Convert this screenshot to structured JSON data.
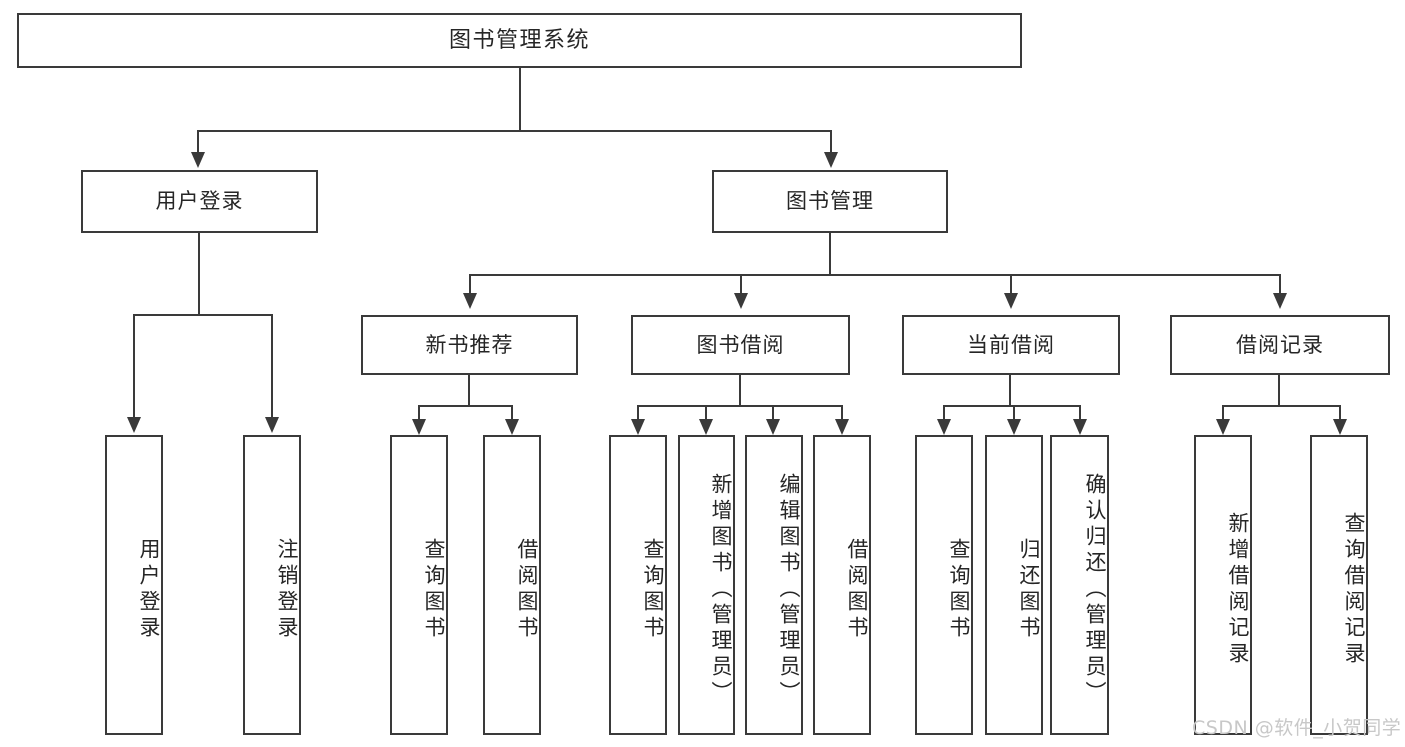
{
  "diagram": {
    "type": "tree-hierarchy",
    "title": "图书管理系统",
    "orientation": "top-down",
    "colors": {
      "border": "#3a3a3a",
      "fill": "#ffffff",
      "text": "#262626",
      "watermark": "#c8c8c8"
    },
    "root": {
      "label": "图书管理系统"
    },
    "level2": [
      {
        "label": "用户登录"
      },
      {
        "label": "图书管理"
      }
    ],
    "level3": [
      {
        "label": "新书推荐"
      },
      {
        "label": "图书借阅"
      },
      {
        "label": "当前借阅"
      },
      {
        "label": "借阅记录"
      }
    ],
    "leaves": {
      "user_login": [
        {
          "label": "用户登录"
        },
        {
          "label": "注销登录"
        }
      ],
      "new_book_recommend": [
        {
          "label": "查询图书"
        },
        {
          "label": "借阅图书"
        }
      ],
      "book_borrow": [
        {
          "label": "查询图书"
        },
        {
          "label": "新增图书（管理员）"
        },
        {
          "label": "编辑图书（管理员）"
        },
        {
          "label": "借阅图书"
        }
      ],
      "current_borrow": [
        {
          "label": "查询图书"
        },
        {
          "label": "归还图书"
        },
        {
          "label": "确认归还（管理员）"
        }
      ],
      "borrow_record": [
        {
          "label": "新增借阅记录"
        },
        {
          "label": "查询借阅记录"
        }
      ]
    }
  },
  "watermark": {
    "text": "CSDN @软件_小贺同学"
  }
}
